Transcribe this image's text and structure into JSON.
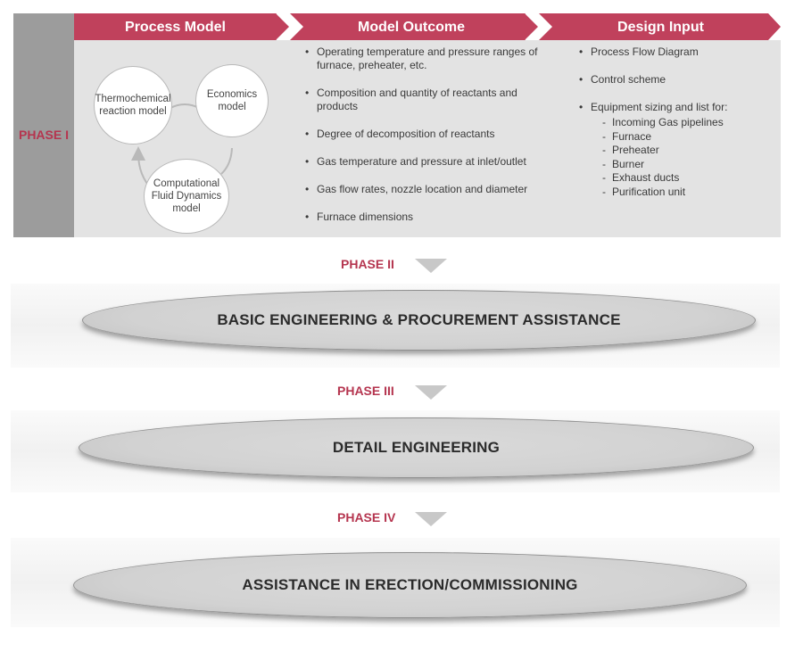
{
  "phase1": {
    "label": "PHASE I",
    "headers": [
      "Process Model",
      "Model Outcome",
      "Design Input"
    ],
    "process_model": {
      "nodes": [
        "Thermochemical reaction model",
        "Economics model",
        "Computational Fluid Dynamics model"
      ]
    },
    "model_outcome": [
      "Operating temperature and pressure ranges of furnace, preheater, etc.",
      "Composition and quantity of reactants and products",
      "Degree of decomposition of reactants",
      "Gas temperature and pressure at inlet/outlet",
      "Gas flow rates, nozzle location and diameter",
      "Furnace dimensions"
    ],
    "design_input": {
      "items": [
        "Process Flow Diagram",
        "Control scheme",
        "Equipment sizing and list for:"
      ],
      "equipment": [
        "Incoming Gas pipelines",
        "Furnace",
        "Preheater",
        "Burner",
        "Exhaust ducts",
        "Purification unit"
      ]
    }
  },
  "phases": [
    {
      "label": "PHASE II",
      "title": "BASIC ENGINEERING & PROCUREMENT ASSISTANCE"
    },
    {
      "label": "PHASE III",
      "title": "DETAIL ENGINEERING"
    },
    {
      "label": "PHASE IV",
      "title": "ASSISTANCE IN ERECTION/COMMISSIONING"
    }
  ],
  "colors": {
    "accent": "#c0415c",
    "label": "#b5354f",
    "sidebar": "#9c9c9c",
    "panel": "#e3e3e3",
    "ellipse": "#d4d4d4"
  }
}
